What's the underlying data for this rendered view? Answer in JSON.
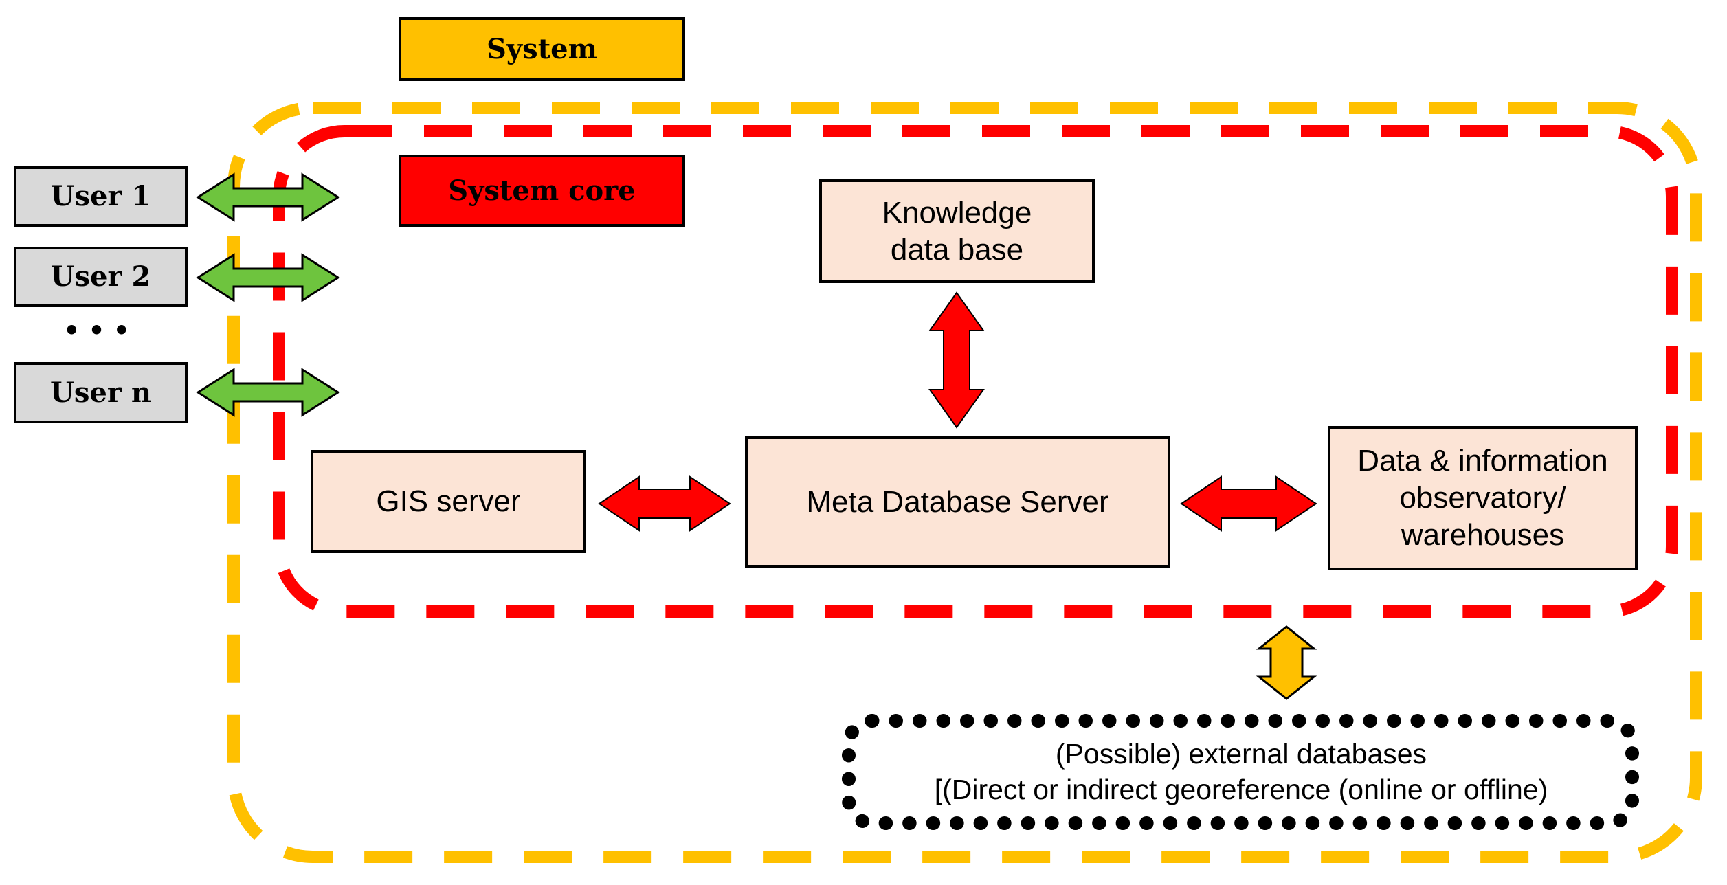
{
  "diagram": {
    "system_box": {
      "label": "System"
    },
    "core_box": {
      "label": "System core"
    },
    "users": {
      "items": [
        {
          "label": "User 1"
        },
        {
          "label": "User 2"
        },
        {
          "label": "User n"
        }
      ],
      "ellipsis": "•••"
    },
    "nodes": {
      "knowledge": "Knowledge\ndata base",
      "gis": "GIS server",
      "meta": "Meta Database Server",
      "warehouse": "Data & information\nobservatory/\nwarehouses",
      "external": "(Possible) external databases\n[(Direct or indirect georeference (online or offline)"
    },
    "colors": {
      "boundary_outer": "#FFC000",
      "boundary_core": "#FF0000",
      "user_link_green": "#6EC43E",
      "node_fill_peach": "#FCE4D6",
      "user_fill_gray": "#D9D9D9",
      "system_fill_gold": "#FFC000",
      "core_fill_red": "#FF0000",
      "outline_black": "#000000"
    }
  }
}
